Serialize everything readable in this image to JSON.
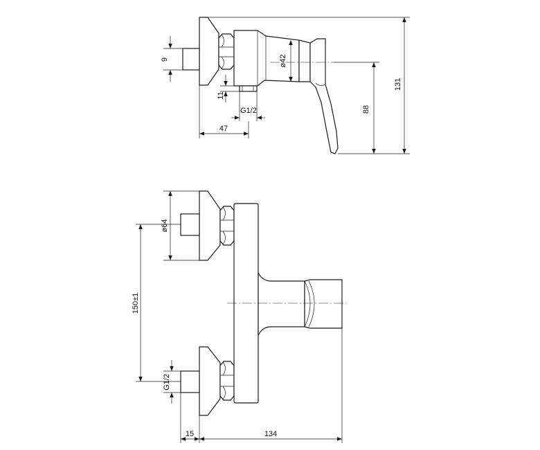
{
  "top_view": {
    "dim_9": "9",
    "dim_11": "11",
    "dim_g12": "G1/2",
    "dim_47": "47",
    "dim_d42": "ø42",
    "dim_88": "88",
    "dim_131": "131"
  },
  "front_view": {
    "dim_d64": "ø64",
    "dim_150": "150±1",
    "dim_g12": "G1/2",
    "dim_15": "15",
    "dim_134": "134"
  },
  "colors": {
    "line": "#1a1a1a",
    "background": "#ffffff"
  }
}
